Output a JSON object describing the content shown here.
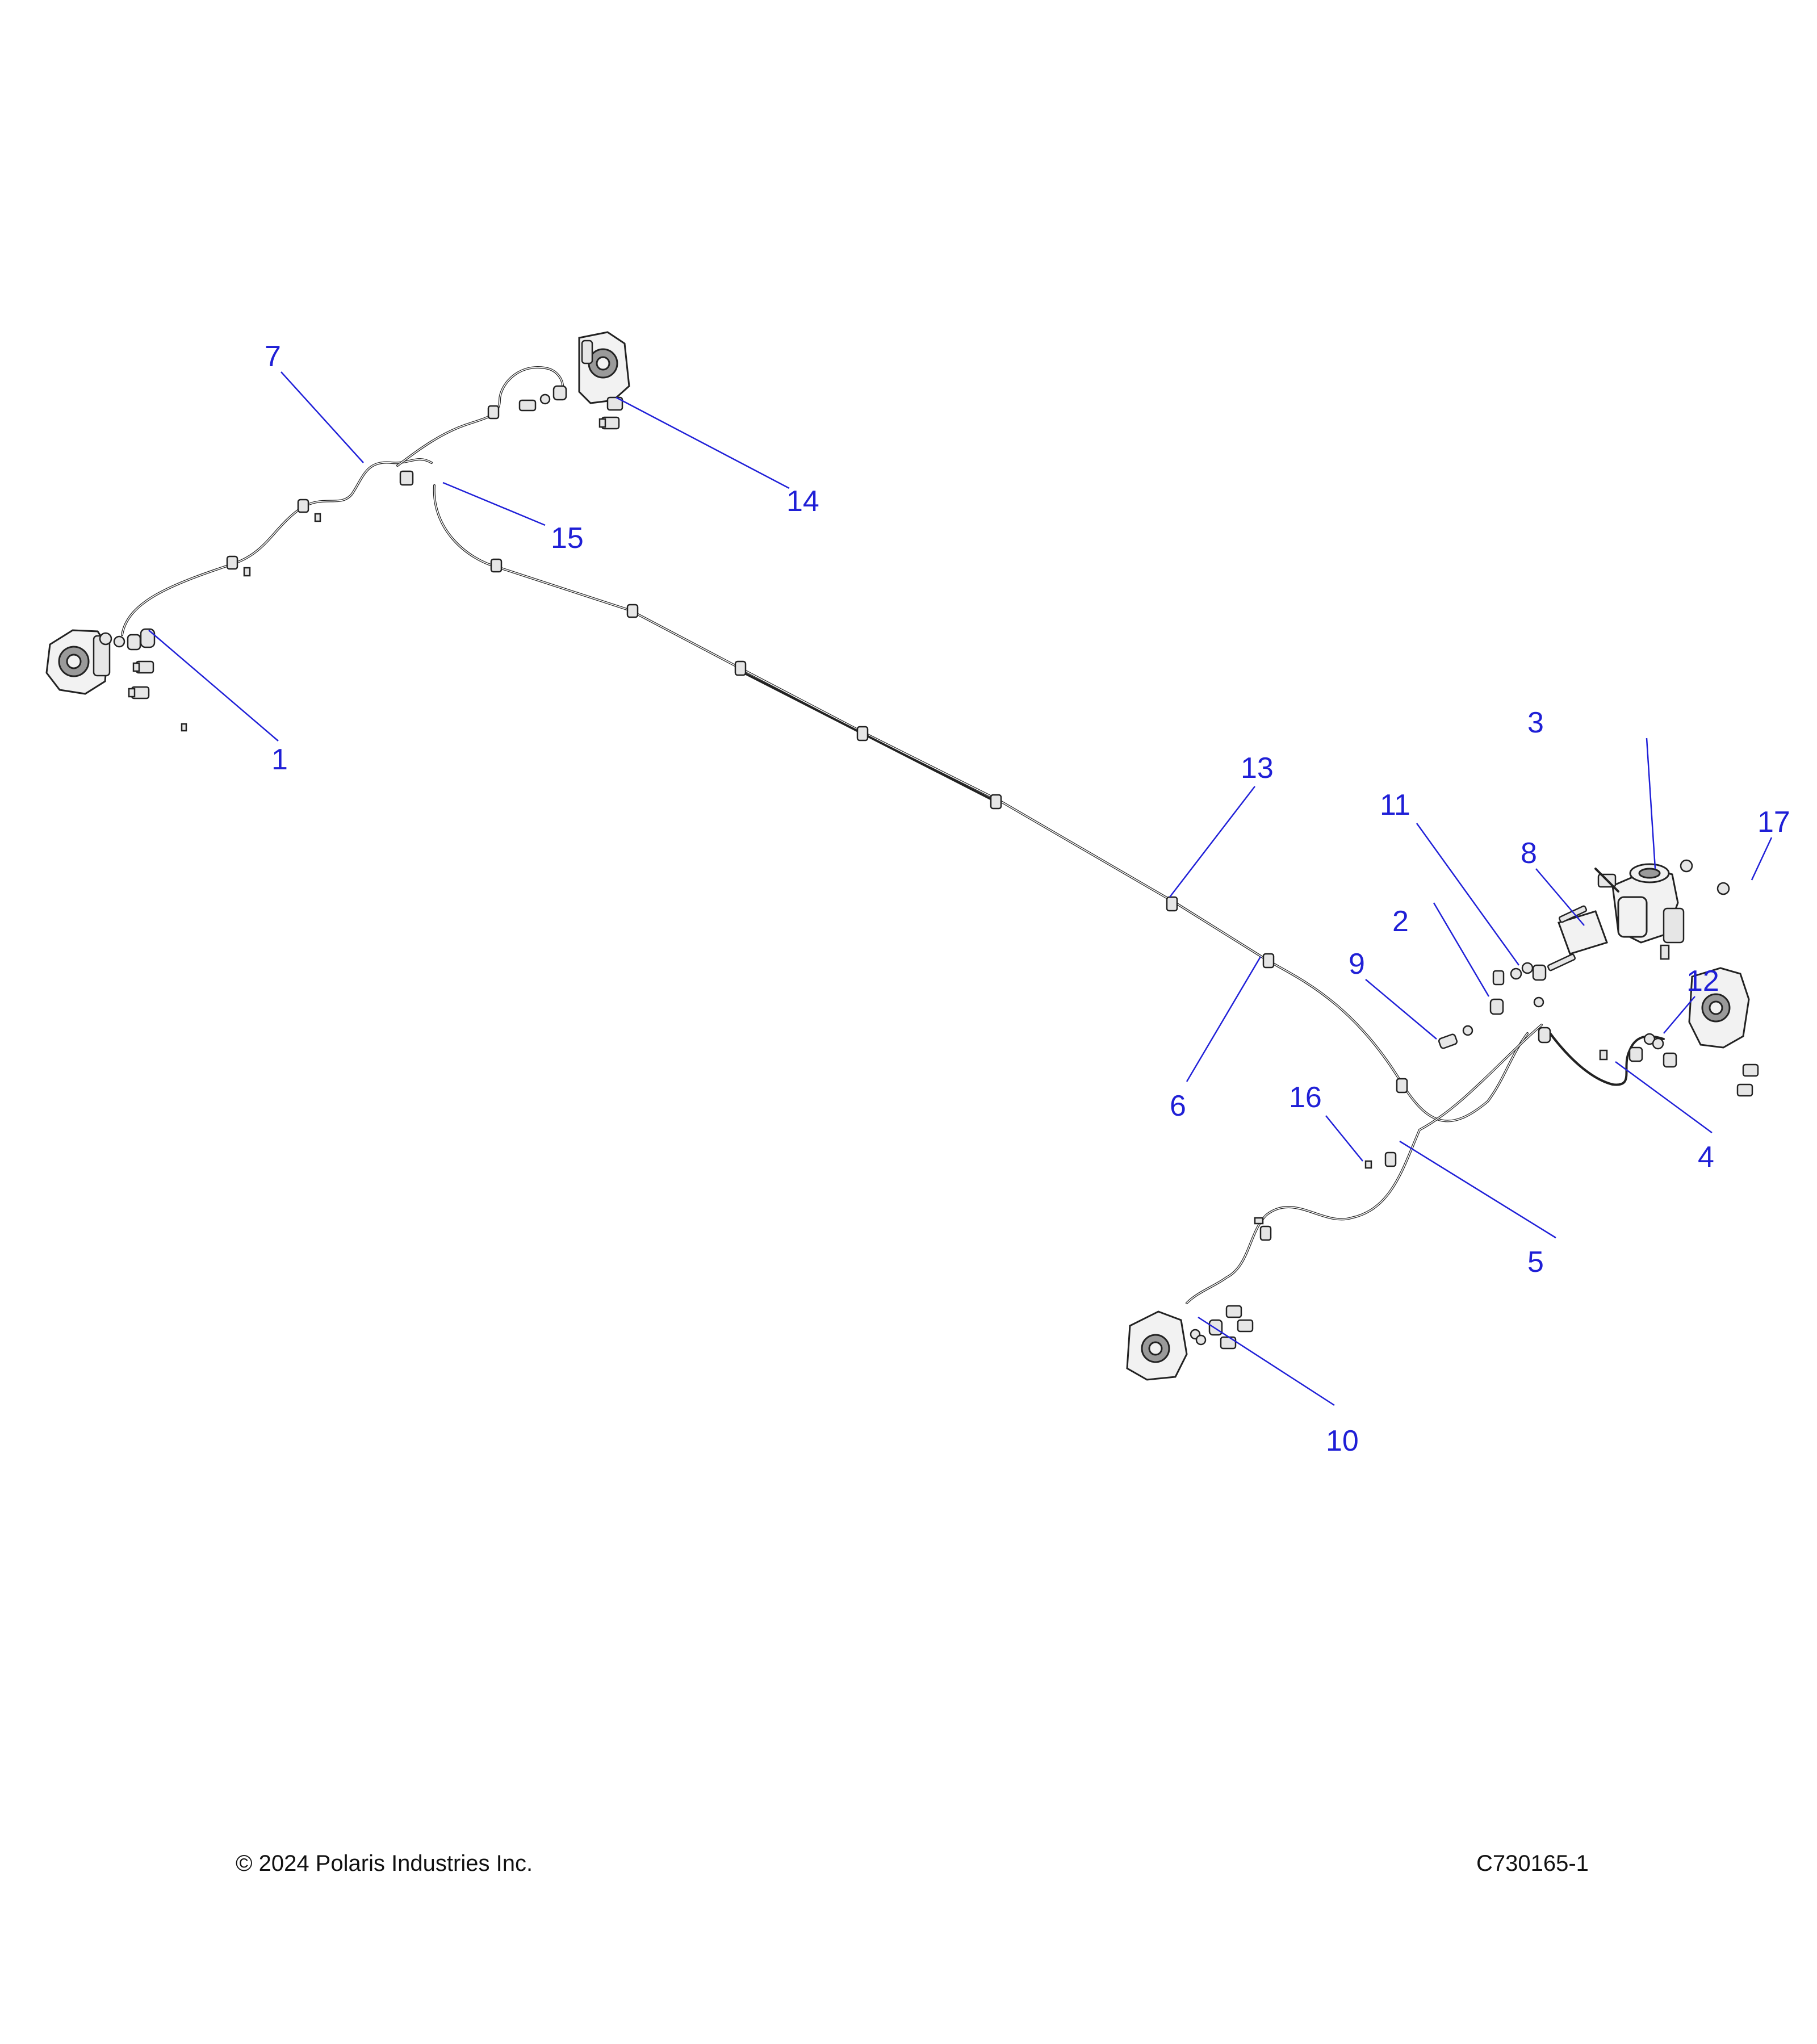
{
  "callouts": [
    "1",
    "2",
    "3",
    "4",
    "5",
    "6",
    "7",
    "8",
    "9",
    "10",
    "11",
    "12",
    "13",
    "14",
    "15",
    "16",
    "17"
  ],
  "footer": {
    "copyright": "© 2024 Polaris Industries Inc.",
    "part_code": "C730165-1"
  },
  "colors": {
    "callout": "#1f1fd6",
    "leader": "#2020d8",
    "linework": "#222222",
    "background": "#ffffff"
  }
}
